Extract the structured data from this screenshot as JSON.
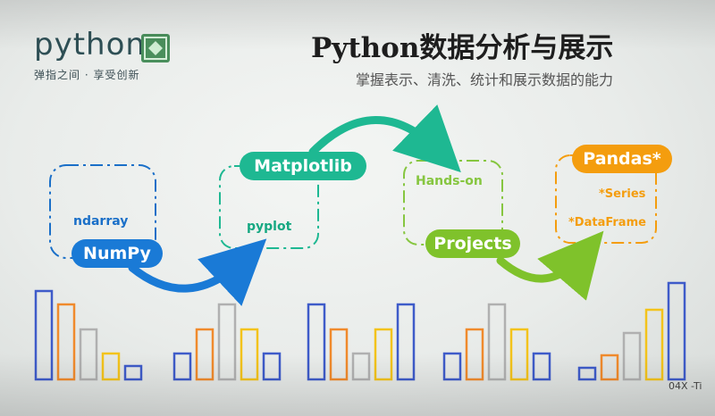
{
  "logo": {
    "wordmark": "python",
    "tagline": "弹指之间 · 享受创新"
  },
  "slide": {
    "title": "Python数据分析与展示",
    "subtitle": "掌握表示、清洗、统计和展示数据的能力"
  },
  "modules": {
    "numpy": {
      "label": "NumPy",
      "sub": "ndarray",
      "color": "#1a7ad6"
    },
    "matplotlib": {
      "label": "Matplotlib",
      "sub": "pyplot",
      "color": "#1eb892"
    },
    "projects": {
      "label": "Projects",
      "sub": "Hands-on",
      "color": "#7fc22b"
    },
    "pandas": {
      "label": "Pandas*",
      "sub1": "*Series",
      "sub2": "*DataFrame",
      "color": "#f49d0e"
    }
  },
  "bar_palette": [
    "#3e5bc9",
    "#f08a2c",
    "#b0b0b0",
    "#f3c31b"
  ],
  "bar_groups": [
    [
      0.92,
      0.78,
      0.52,
      0.27,
      0.14
    ],
    [
      0.27,
      0.52,
      0.78,
      0.52,
      0.27
    ],
    [
      0.78,
      0.52,
      0.27,
      0.52,
      0.78
    ],
    [
      0.27,
      0.52,
      0.78,
      0.52,
      0.27
    ],
    [
      0.12,
      0.25,
      0.48,
      0.72,
      1.0
    ]
  ],
  "watermark": "04X -Ti"
}
